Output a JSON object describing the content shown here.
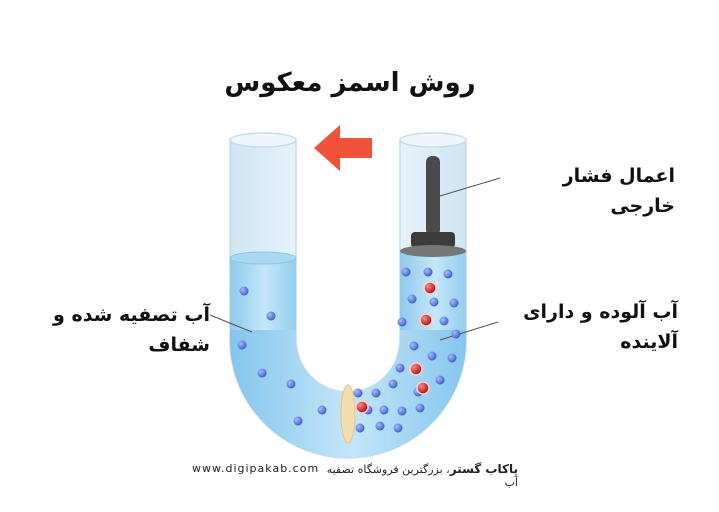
{
  "title": "روش اسمز معکوس",
  "labels": {
    "pressure": "اعمال فشار خارجی",
    "dirty_line1": "آب آلوده و دارای",
    "dirty_line2": "آلاینده",
    "clean_line1": "آب تصفیه شده و",
    "clean_line2": "شفاف"
  },
  "footer": {
    "url": "www.digipakab.com",
    "brand": "پاکاب گستر",
    "tagline": "، بزرگترین فروشگاه تصفیه آب"
  },
  "colors": {
    "water": "#9fd3f2",
    "tube": "#dcecf6",
    "arrow": "#f0533a",
    "molecule_water": "#5a78e0",
    "molecule_contaminant": "#cc1e1e",
    "membrane": "#f4deb0",
    "piston": "#444444"
  },
  "icons": {
    "direction": "arrow-left-icon"
  }
}
